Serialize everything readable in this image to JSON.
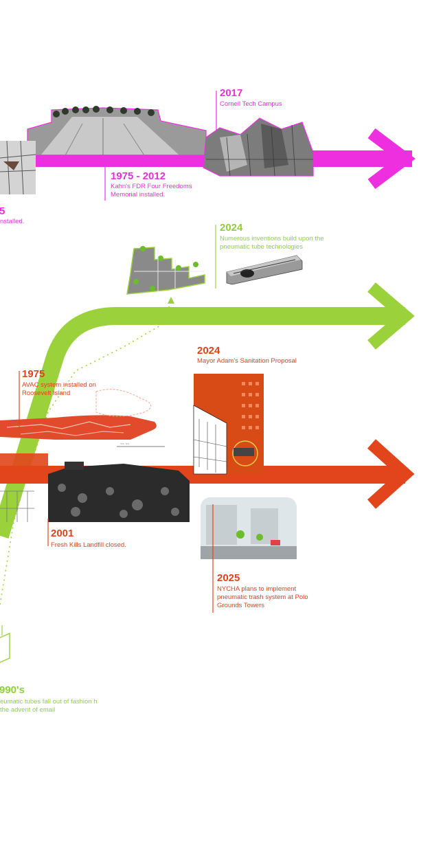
{
  "colors": {
    "pink": "#ee2fe0",
    "green": "#9bd23c",
    "red": "#e2451b",
    "pink_text": "#e62fd6",
    "green_text": "#8fcf3a",
    "red_text": "#d9441f"
  },
  "events": {
    "e2017": {
      "year": "2017",
      "desc": "Cornell Tech Campus"
    },
    "e1975_2012": {
      "year": "1975 - 2012",
      "desc": "Kahn's FDR Four Freedoms Memorial installed."
    },
    "epink_partial": {
      "year": "5",
      "desc": "nstalled."
    },
    "e2024_green": {
      "year": "2024",
      "desc": "Numerous inventions build upon the pneumatic tube technologies"
    },
    "e2024_red": {
      "year": "2024",
      "desc": "Mayor Adam's Sanitation Proposal"
    },
    "e1975": {
      "year": "1975",
      "desc": "AVAC system installed on Roosevelt Island"
    },
    "e2001": {
      "year": "2001",
      "desc": "Fresh Kills Landfill closed."
    },
    "e2025": {
      "year": "2025",
      "desc": "NYCHA plans to implement pneumatic trash system at Polo Grounds Towers"
    },
    "e1990s": {
      "year": "990's",
      "desc": "eumatic tubes fall out of fashion h the advent of email"
    }
  }
}
